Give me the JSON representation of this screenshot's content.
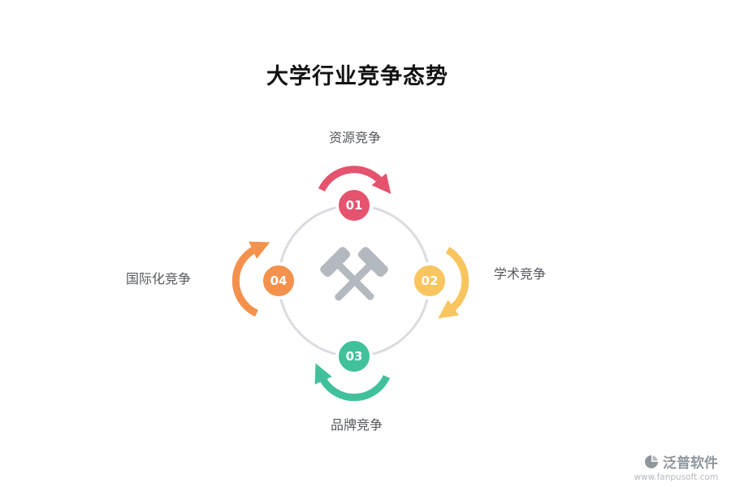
{
  "page": {
    "title": "大学行业竞争态势"
  },
  "diagram": {
    "center_icon": "crossed-hammers",
    "ring_color": "#d9dce0",
    "icon_color": "#b4b9bf",
    "nodes": [
      {
        "number": "01",
        "label": "资源竞争",
        "color": "#e5536e",
        "position": "top"
      },
      {
        "number": "02",
        "label": "学术竞争",
        "color": "#f8c55f",
        "position": "right"
      },
      {
        "number": "03",
        "label": "品牌竞争",
        "color": "#41c19b",
        "position": "bottom"
      },
      {
        "number": "04",
        "label": "国际化竞争",
        "color": "#f4914d",
        "position": "left"
      }
    ]
  },
  "footer": {
    "brand": "泛普软件",
    "url": "www.fanpusoft.com"
  }
}
